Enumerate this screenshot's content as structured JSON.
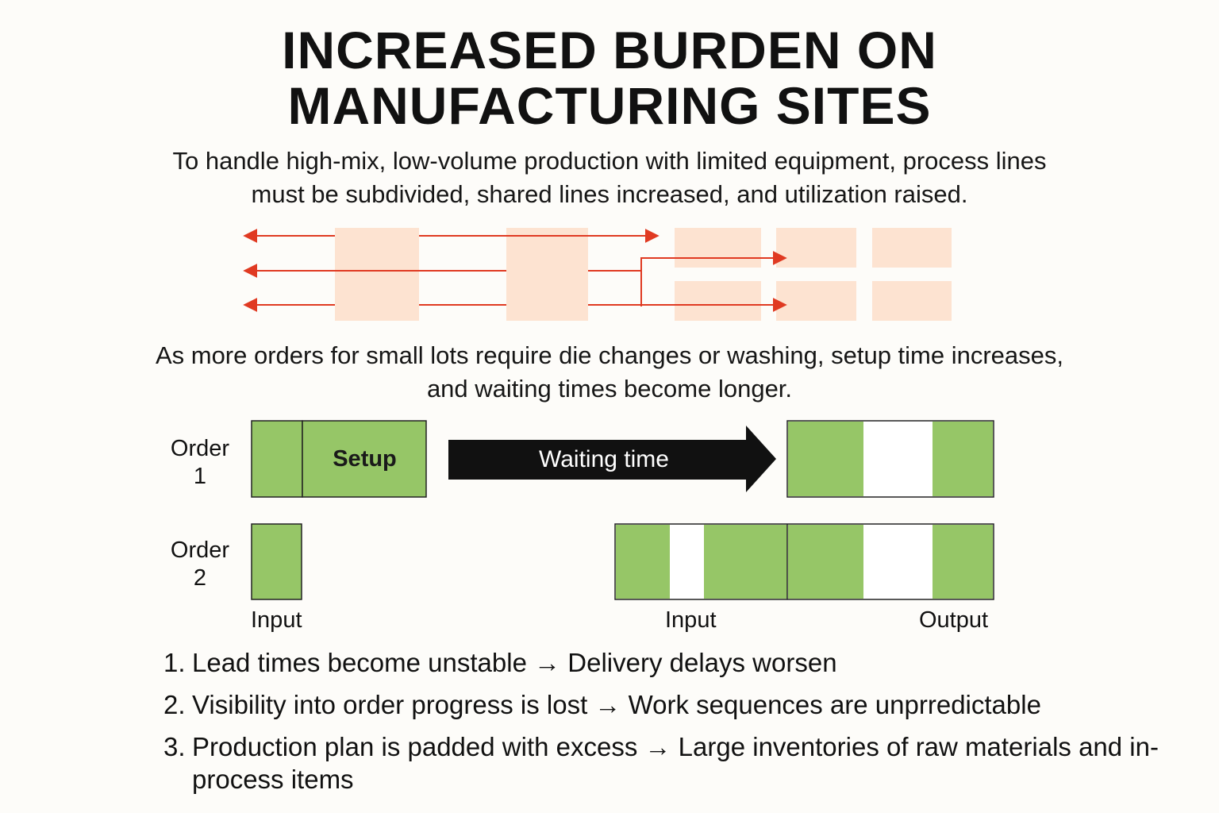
{
  "title": {
    "line1": "INCREASED BURDEN ON",
    "line2": "MANUFACTURING SITES"
  },
  "intro": {
    "line1": "To handle high-mix, low-volume production with limited equipment, process lines",
    "line2": "must be subdivided, shared lines increased, and utilization raised."
  },
  "setup_note": {
    "line1": "As more orders for small lots require die changes or washing, setup time increases,",
    "line2": "and waiting times become longer."
  },
  "timeline": {
    "order1": {
      "word": "Order",
      "number": "1"
    },
    "order2": {
      "word": "Order",
      "number": "2"
    },
    "setup_label": "Setup",
    "waiting_label": "Waiting time",
    "input_label_left": "Input",
    "input_label_right": "Input",
    "output_label": "Output"
  },
  "consequences": [
    {
      "num": "1.",
      "text": "Lead times become unstable → Delivery delays worsen"
    },
    {
      "num": "2.",
      "text": "Visibility into order progress is lost → Work sequences are unprredictable"
    },
    {
      "num": "3.",
      "text": "Production plan is padded with excess → Large inventories of raw materials and in-process items"
    }
  ],
  "colors": {
    "process_block": "#fde3d1",
    "flow_arrow": "#e03a22",
    "work_block": "#96c667",
    "wait_arrow": "#111111"
  }
}
